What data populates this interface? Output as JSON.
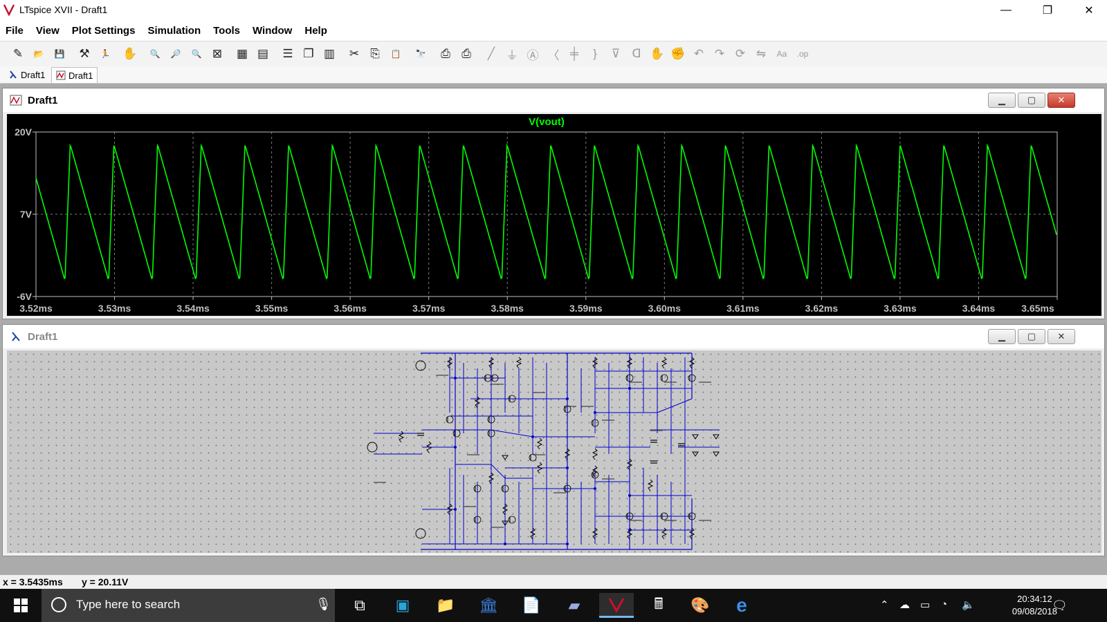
{
  "window": {
    "title": "LTspice XVII - Draft1",
    "controls": {
      "minimize": "—",
      "restore": "❐",
      "close": "✕"
    }
  },
  "menu": [
    "File",
    "View",
    "Plot Settings",
    "Simulation",
    "Tools",
    "Window",
    "Help"
  ],
  "toolbar": {
    "buttons": [
      {
        "name": "new-schematic-icon",
        "glyph": "✎"
      },
      {
        "name": "open-icon",
        "glyph": "📂"
      },
      {
        "name": "save-icon",
        "glyph": "💾"
      },
      {
        "name": "control-panel-icon",
        "glyph": "⚒"
      },
      {
        "name": "run-icon",
        "glyph": "🏃"
      },
      {
        "name": "halt-icon",
        "glyph": "✋"
      },
      {
        "name": "zoom-in-icon",
        "glyph": "🔍"
      },
      {
        "name": "zoom-pan-icon",
        "glyph": "🔎"
      },
      {
        "name": "zoom-out-icon",
        "glyph": "🔍"
      },
      {
        "name": "zoom-fit-icon",
        "glyph": "⊠"
      },
      {
        "name": "autorange-icon",
        "glyph": "▦"
      },
      {
        "name": "trace-icon",
        "glyph": "▤"
      },
      {
        "name": "tile-horizontal-icon",
        "glyph": "☰"
      },
      {
        "name": "cascade-icon",
        "glyph": "❐"
      },
      {
        "name": "tile-vertical-icon",
        "glyph": "▥"
      },
      {
        "name": "cut-icon",
        "glyph": "✂"
      },
      {
        "name": "copy-icon",
        "glyph": "⎘"
      },
      {
        "name": "paste-icon",
        "glyph": "📋"
      },
      {
        "name": "find-icon",
        "glyph": "🔭"
      },
      {
        "name": "print-icon",
        "glyph": "⎙"
      },
      {
        "name": "print-setup-icon",
        "glyph": "⎙"
      },
      {
        "name": "wire-icon",
        "glyph": "╱"
      },
      {
        "name": "ground-icon",
        "glyph": "⏚"
      },
      {
        "name": "label-net-icon",
        "glyph": "Ⓐ"
      },
      {
        "name": "resistor-icon",
        "glyph": "〈"
      },
      {
        "name": "capacitor-icon",
        "glyph": "╪"
      },
      {
        "name": "inductor-icon",
        "glyph": "}"
      },
      {
        "name": "diode-icon",
        "glyph": "⊽"
      },
      {
        "name": "component-icon",
        "glyph": "ᗡ"
      },
      {
        "name": "move-icon",
        "glyph": "✋"
      },
      {
        "name": "drag-icon",
        "glyph": "✊"
      },
      {
        "name": "undo-icon",
        "glyph": "↶"
      },
      {
        "name": "redo-icon",
        "glyph": "↷"
      },
      {
        "name": "rotate-icon",
        "glyph": "⟳"
      },
      {
        "name": "mirror-icon",
        "glyph": "⇋"
      },
      {
        "name": "text-icon",
        "glyph": "Aa"
      },
      {
        "name": "spice-directive-icon",
        "glyph": ".op"
      }
    ]
  },
  "tabs": [
    {
      "label": "Draft1",
      "icon": "schematic-icon"
    },
    {
      "label": "Draft1",
      "icon": "waveform-icon"
    }
  ],
  "plot_window": {
    "title": "Draft1",
    "trace_label": "V(vout)",
    "trace_color": "#00ff00",
    "y_ticks": [
      "20V",
      "7V",
      "-6V"
    ],
    "x_ticks": [
      "3.52ms",
      "3.53ms",
      "3.54ms",
      "3.55ms",
      "3.56ms",
      "3.57ms",
      "3.58ms",
      "3.59ms",
      "3.60ms",
      "3.61ms",
      "3.62ms",
      "3.63ms",
      "3.64ms",
      "3.65ms"
    ],
    "chart_data": {
      "type": "line",
      "x_range_ms": [
        3.52,
        3.65
      ],
      "ylim": [
        -6,
        20
      ],
      "series": [
        {
          "name": "V(vout)",
          "waveform": "sawtooth",
          "period_ms": 0.00556,
          "max": 18,
          "min": -3.5
        }
      ]
    }
  },
  "schematic_window": {
    "title": "Draft1",
    "wire_color": "#0000d0"
  },
  "status": {
    "x": "x = 3.5435ms",
    "y": "y = 20.11V"
  },
  "taskbar": {
    "search_placeholder": "Type here to search",
    "time": "20:34:12",
    "date": "09/08/2018"
  }
}
